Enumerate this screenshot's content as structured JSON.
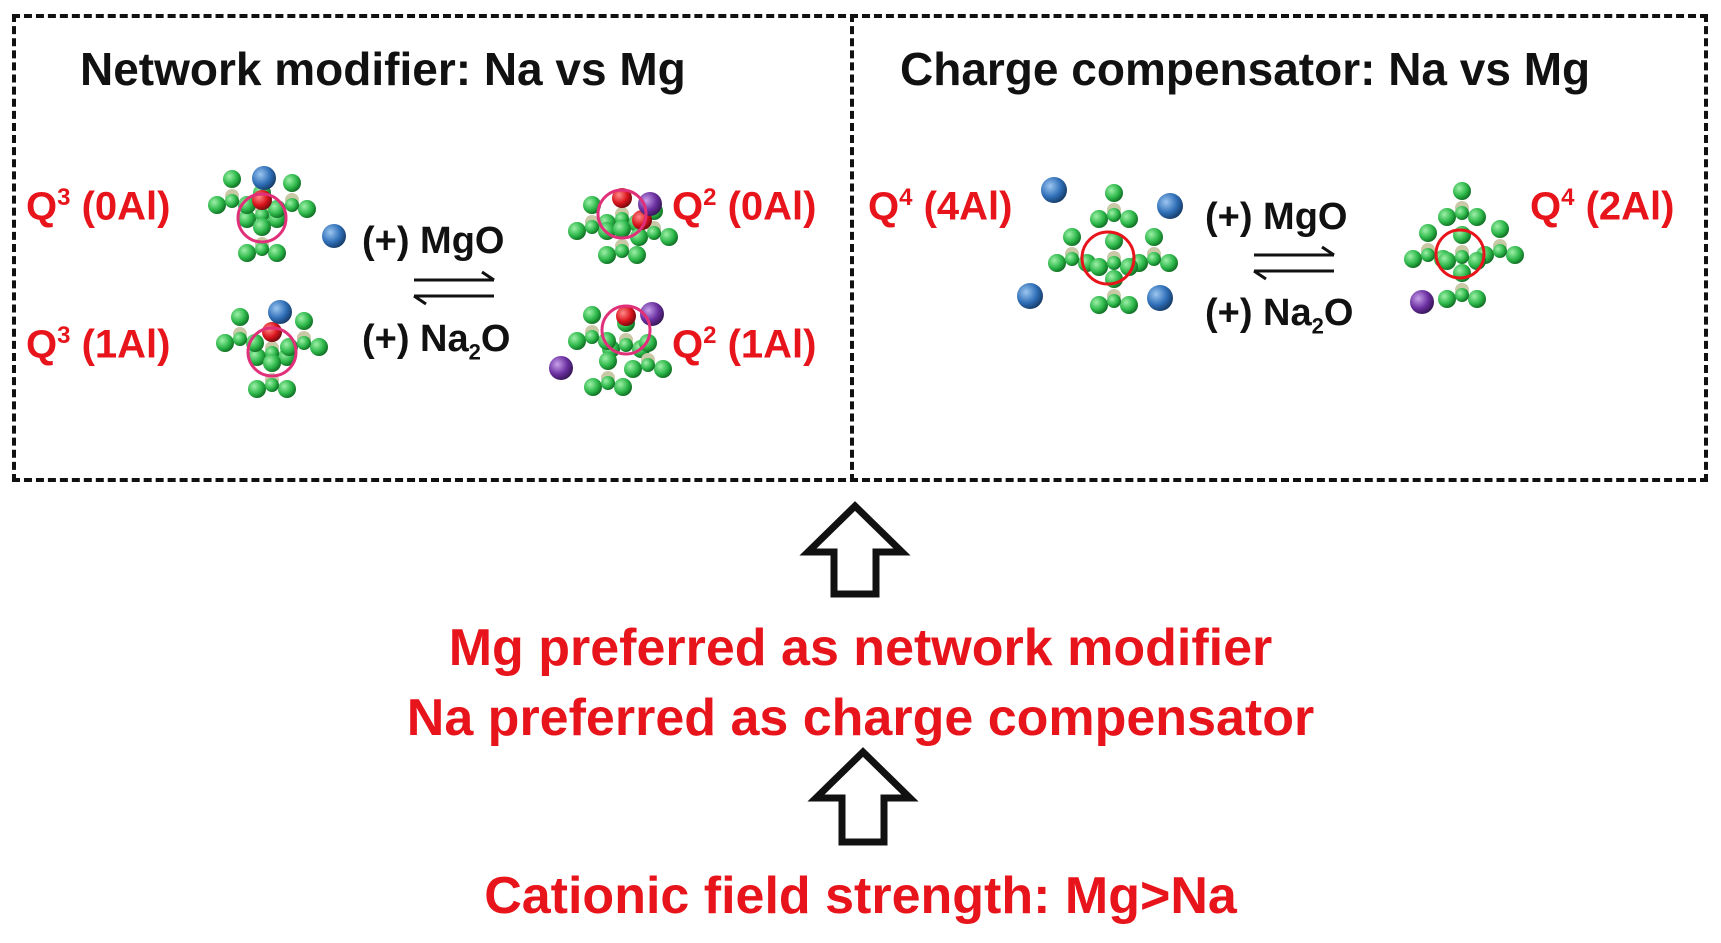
{
  "panels": {
    "left": {
      "title": "Network modifier: Na vs Mg",
      "reactants": [
        {
          "label": "Q",
          "sup": "3",
          "suffix": " (0Al)"
        },
        {
          "label": "Q",
          "sup": "3",
          "suffix": " (1Al)"
        }
      ],
      "products": [
        {
          "label": "Q",
          "sup": "2",
          "suffix": " (0Al)"
        },
        {
          "label": "Q",
          "sup": "2",
          "suffix": " (1Al)"
        }
      ],
      "forward": "(+) MgO",
      "reverse_prefix": "(+) Na",
      "reverse_sub": "2",
      "reverse_suffix": "O"
    },
    "right": {
      "title": "Charge compensator: Na vs Mg",
      "reactant": {
        "label": "Q",
        "sup": "4",
        "suffix": " (4Al)"
      },
      "product": {
        "label": "Q",
        "sup": "4",
        "suffix": " (2Al)"
      },
      "forward": "(+) MgO",
      "reverse_prefix": "(+) Na",
      "reverse_sub": "2",
      "reverse_suffix": "O"
    }
  },
  "conclusions": {
    "line1": "Mg preferred as network modifier",
    "line2": "Na preferred as charge compensator",
    "basis": "Cationic field strength: Mg>Na"
  },
  "colors": {
    "label_red": "#e8141b",
    "text_black": "#111111",
    "oxygen_green": "#2db84a",
    "sodium_blue": "#2f6fb8",
    "magnesium_purple": "#6a2fa0",
    "nbo_red": "#d9141c",
    "highlight_ring": "#e0307a"
  }
}
